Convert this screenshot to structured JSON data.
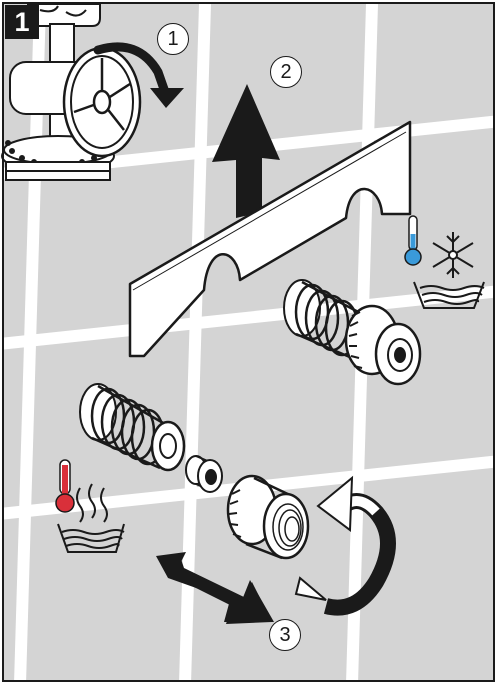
{
  "figure": {
    "step_number": "1",
    "callouts": [
      "1",
      "2",
      "3"
    ],
    "icons": {
      "cold": [
        "thermometer-cold-icon",
        "snowflake-icon",
        "water-bath-icon"
      ],
      "hot": [
        "thermometer-hot-icon",
        "steam-icon",
        "water-bath-icon"
      ]
    },
    "colors": {
      "ink": "#1a1a1a",
      "tile_background": "#d4d4d4",
      "grout": "#ffffff",
      "cold": "#3a9ad9",
      "hot": "#d9303a"
    }
  }
}
